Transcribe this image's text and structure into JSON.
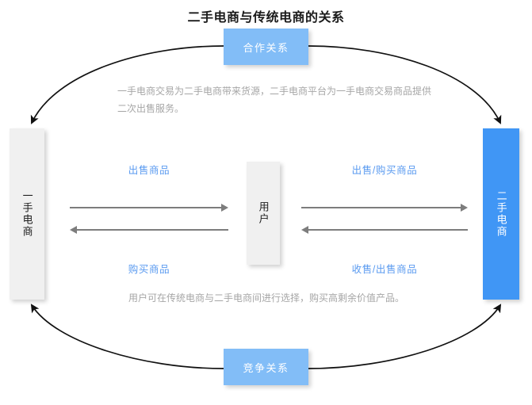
{
  "title": "二手电商与传统电商的关系",
  "colors": {
    "accent_strong": "#4096f5",
    "accent_light": "#82bdf7",
    "node_neutral": "#f0f0f0",
    "label_blue": "#5b9bf0",
    "note_gray": "#a6a6a6",
    "arrow_gray": "#7d7d7d",
    "curve_black": "#111111"
  },
  "nodes": {
    "first_hand": {
      "label": "一手电商",
      "orientation": "vertical",
      "fill": "#f0f0f0",
      "text_color": "#1c1c1c"
    },
    "second_hand": {
      "label": "二手电商",
      "orientation": "vertical",
      "fill": "#4096f5",
      "text_color": "#ffffff"
    },
    "user": {
      "label": "用户",
      "orientation": "vertical",
      "fill": "#f0f0f0",
      "text_color": "#1c1c1c"
    },
    "cooperation": {
      "label": "合作关系",
      "orientation": "horizontal",
      "fill": "#82bdf7",
      "text_color": "#ffffff"
    },
    "competition": {
      "label": "竞争关系",
      "orientation": "horizontal",
      "fill": "#82bdf7",
      "text_color": "#ffffff"
    }
  },
  "notes": {
    "top": "一手电商交易为二手电商带来货源，二手电商平台为一手电商交易商品提供二次出售服务。",
    "bottom": "用户可在传统电商与二手电商间进行选择，购买高剩余价值产品。"
  },
  "flows": {
    "left": {
      "top_label": "出售商品",
      "top_direction": "to-right",
      "bottom_label": "购买商品",
      "bottom_direction": "to-left",
      "from": "一手电商",
      "to": "用户"
    },
    "right": {
      "top_label": "出售/购买商品",
      "top_direction": "to-right",
      "bottom_label": "收售/出售商品",
      "bottom_direction": "to-left",
      "from": "用户",
      "to": "二手电商"
    }
  },
  "curves": [
    {
      "name": "cooperation-to-first-hand",
      "from": "合作关系",
      "to": "一手电商",
      "side": "top-left"
    },
    {
      "name": "cooperation-to-second-hand",
      "from": "合作关系",
      "to": "二手电商",
      "side": "top-right"
    },
    {
      "name": "competition-to-first-hand",
      "from": "竞争关系",
      "to": "一手电商",
      "side": "bottom-left"
    },
    {
      "name": "competition-to-second-hand",
      "from": "竞争关系",
      "to": "二手电商",
      "side": "bottom-right"
    }
  ]
}
